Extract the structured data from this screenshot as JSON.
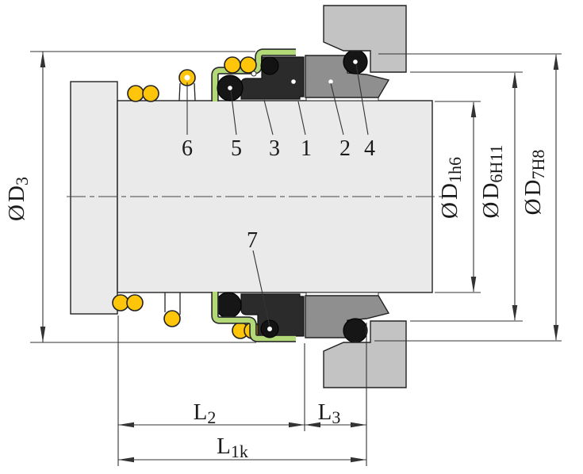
{
  "part_labels": {
    "p1": "1",
    "p2": "2",
    "p3": "3",
    "p4": "4",
    "p5": "5",
    "p6": "6",
    "p7": "7"
  },
  "dimensions": {
    "d3": {
      "prefix": "Ø",
      "main": "D",
      "sub": "3"
    },
    "d1": {
      "prefix": "Ø",
      "main": "D",
      "sub": "1h6"
    },
    "d6": {
      "prefix": "Ø",
      "main": "D",
      "sub": "6H11"
    },
    "d7": {
      "prefix": "Ø",
      "main": "D",
      "sub": "7H8"
    },
    "l2": {
      "main": "L",
      "sub": "2"
    },
    "l3": {
      "main": "L",
      "sub": "3"
    },
    "l1k": {
      "main": "L",
      "sub": "1k"
    }
  },
  "colors": {
    "bg": "#ffffff",
    "shaft": "#eaeaea",
    "gland": "#c3c3c3",
    "seat": "#8f8f8f",
    "dark_part": "#2b2b2b",
    "spring": "#ffc50a",
    "boot": "#b3d878",
    "line": "#333333",
    "outline": "#222222"
  }
}
